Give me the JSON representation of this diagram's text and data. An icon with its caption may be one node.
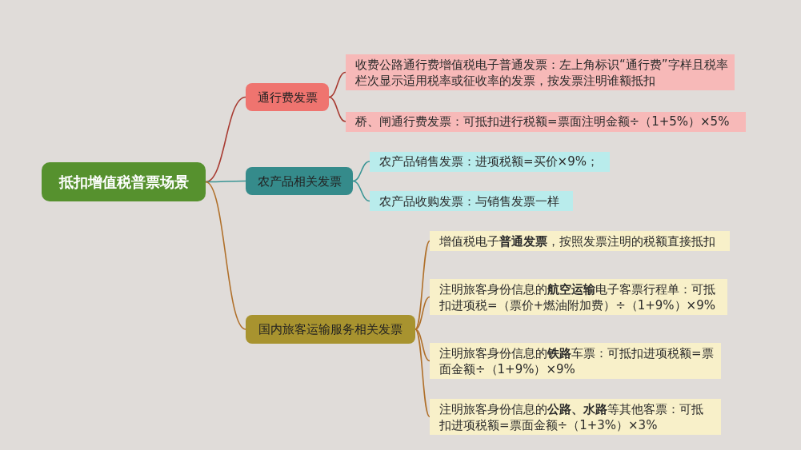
{
  "diagram": {
    "nodes": [
      {
        "text": [
          "抵扣增值税普票场景"
        ]
      },
      {
        "text": [
          "通行费发票"
        ]
      },
      {
        "text": [
          "收费公路通行费增值税电子普通发票：左上角标识“通行费”字样且税率栏次显示适用税率或征收率的发票，按发票注明谁额抵扣"
        ]
      },
      {
        "text": [
          "桥、闸通行费发票：可抵扣进行税额=票面注明金额÷（1+5%）×5%"
        ]
      },
      {
        "text": [
          "农产品相关发票"
        ]
      },
      {
        "text": [
          "农产品销售发票：进项税额=买价×9%；"
        ]
      },
      {
        "text": [
          "农产品收购发票：与销售发票一样"
        ]
      },
      {
        "text": [
          "国内旅客运输服务相关发票"
        ]
      },
      {
        "text": [
          "增值税电子**普通发票**，按照发票注明的税额直接抵扣"
        ]
      },
      {
        "text": [
          "注明旅客身份信息的**航空运输**电子客票行程单：可抵扣进项税=（票价+燃油附加费）÷（1+9%）×9%"
        ]
      },
      {
        "text": [
          "注明旅客身份信息的**铁路**车票：可抵扣进项税额=票面金额÷（1+9%）×9%"
        ]
      },
      {
        "text": [
          "注明旅客身份信息的**公路、水路**等其他客票：可抵扣进项税额=票面金额÷（1+3%）×3%"
        ]
      }
    ],
    "edges": [
      {
        "from": 0,
        "to": 1,
        "arrow": "none",
        "color": "#a83b32"
      },
      {
        "from": 1,
        "to": 2,
        "arrow": "none",
        "color": "#a83b32"
      },
      {
        "from": 1,
        "to": 3,
        "arrow": "none",
        "color": "#a83b32"
      },
      {
        "from": 0,
        "to": 4,
        "arrow": "none",
        "color": "#3a9595"
      },
      {
        "from": 4,
        "to": 5,
        "arrow": "none",
        "color": "#3a9595"
      },
      {
        "from": 4,
        "to": 6,
        "arrow": "none",
        "color": "#3a9595"
      },
      {
        "from": 0,
        "to": 7,
        "arrow": "none"
      },
      {
        "from": 7,
        "to": 8,
        "arrow": "none"
      },
      {
        "from": 7,
        "to": 9,
        "arrow": "none"
      },
      {
        "from": 7,
        "to": 10,
        "arrow": "none"
      },
      {
        "from": 7,
        "to": 11,
        "arrow": "none"
      }
    ]
  }
}
